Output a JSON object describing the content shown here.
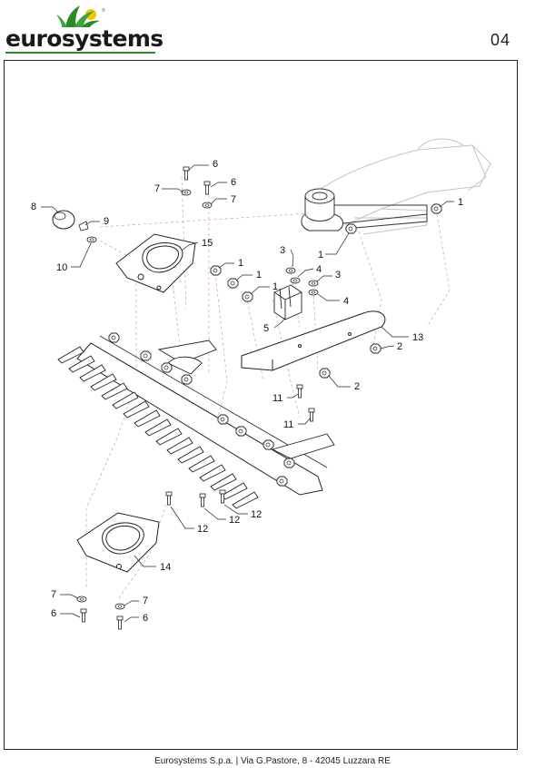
{
  "brand": {
    "name": "eurosystems",
    "logo_icon": "leaf-sun-logo",
    "accent_color": "#2a8a2a",
    "sun_color": "#f2c500"
  },
  "page_number": "04",
  "footer": {
    "text": "Eurosystems S.p.a.  |  Via G.Pastore, 8 - 42045 Luzzara RE"
  },
  "callouts": [
    {
      "id": "c6a",
      "label": "6"
    },
    {
      "id": "c6b",
      "label": "6"
    },
    {
      "id": "c7a",
      "label": "7"
    },
    {
      "id": "c7b",
      "label": "7"
    },
    {
      "id": "c8",
      "label": "8"
    },
    {
      "id": "c9",
      "label": "9"
    },
    {
      "id": "c10",
      "label": "10"
    },
    {
      "id": "c15",
      "label": "15"
    },
    {
      "id": "c1a",
      "label": "1"
    },
    {
      "id": "c1b",
      "label": "1"
    },
    {
      "id": "c1c",
      "label": "1"
    },
    {
      "id": "c1d",
      "label": "1"
    },
    {
      "id": "c1e",
      "label": "1"
    },
    {
      "id": "c3a",
      "label": "3"
    },
    {
      "id": "c3b",
      "label": "3"
    },
    {
      "id": "c4a",
      "label": "4"
    },
    {
      "id": "c4b",
      "label": "4"
    },
    {
      "id": "c5",
      "label": "5"
    },
    {
      "id": "c13",
      "label": "13"
    },
    {
      "id": "c2a",
      "label": "2"
    },
    {
      "id": "c2b",
      "label": "2"
    },
    {
      "id": "c11a",
      "label": "11"
    },
    {
      "id": "c11b",
      "label": "11"
    },
    {
      "id": "c12a",
      "label": "12"
    },
    {
      "id": "c12b",
      "label": "12"
    },
    {
      "id": "c12c",
      "label": "12"
    },
    {
      "id": "c14",
      "label": "14"
    },
    {
      "id": "c7c",
      "label": "7"
    },
    {
      "id": "c7d",
      "label": "7"
    },
    {
      "id": "c6c",
      "label": "6"
    },
    {
      "id": "c6d",
      "label": "6"
    }
  ]
}
